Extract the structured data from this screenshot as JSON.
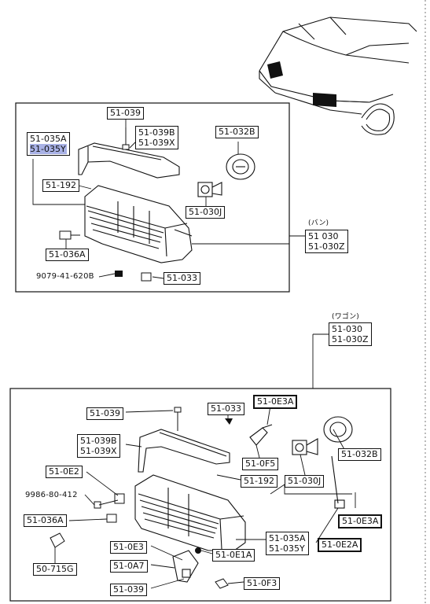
{
  "highlight_color": "#a9b2e6",
  "upper_group": {
    "labels": {
      "l_039": "51-039",
      "l_039b": "51-039B",
      "l_039x": "51-039X",
      "l_032b": "51-032B",
      "l_035a": "51-035A",
      "l_035y": "51-035Y",
      "l_192": "51-192",
      "l_030j": "51-030J",
      "l_036a": "51-036A",
      "l_9079": "9079-41-620B",
      "l_033": "51-033",
      "l_van_note": "(バン)",
      "l_030": "51 030",
      "l_030z": "51-030Z"
    }
  },
  "lower_group": {
    "labels": {
      "l_wagon_note": "(ワゴン)",
      "l_030": "51-030",
      "l_030z": "51-030Z",
      "l_039_top": "51-039",
      "l_033": "51-033",
      "l_0e3a_top": "51-0E3A",
      "l_039b": "51-039B",
      "l_039x": "51-039X",
      "l_0f5": "51-0F5",
      "l_032b": "51-032B",
      "l_0e2": "51-0E2",
      "l_192": "51-192",
      "l_030j": "51-030J",
      "l_9986": "9986-80-412",
      "l_0e3a_right": "51-0E3A",
      "l_036a": "51-036A",
      "l_035a": "51-035A",
      "l_035y": "51-035Y",
      "l_0e2a": "51-0E2A",
      "l_715g": "50-715G",
      "l_0e3": "51-0E3",
      "l_0e1a": "51-0E1A",
      "l_0a7": "51-0A7",
      "l_039_bot": "51-039",
      "l_0f3": "51-0F3"
    }
  }
}
